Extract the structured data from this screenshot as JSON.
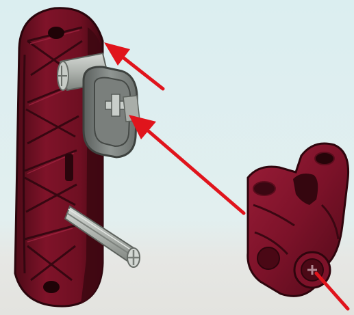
{
  "diagram": {
    "kind": "assembly-instruction-step",
    "components": [
      {
        "name": "beam-with-axles",
        "color": "#7a1128"
      },
      {
        "name": "gray-connector",
        "color": "#8e9390"
      },
      {
        "name": "cross-axle-upper",
        "color": "#b3b8b3"
      },
      {
        "name": "cross-axle-lower",
        "color": "#b3b8b3"
      },
      {
        "name": "fork-connector",
        "color": "#861530"
      }
    ],
    "arrows": [
      {
        "name": "arrow-to-beam-top",
        "color": "#e0141c"
      },
      {
        "name": "arrow-to-connector",
        "color": "#e0141c"
      },
      {
        "name": "arrow-through-fork",
        "color": "#e0141c"
      }
    ],
    "background": {
      "top": "#d9ecef",
      "bottom": "#e6e6e2"
    }
  }
}
